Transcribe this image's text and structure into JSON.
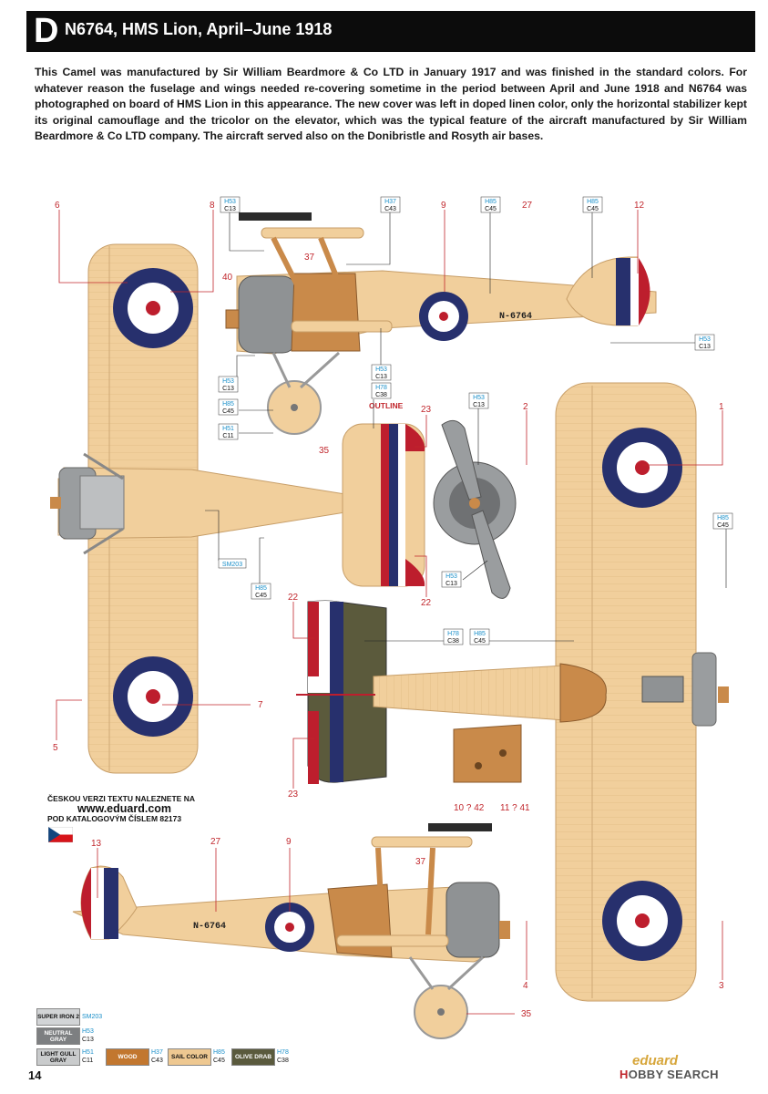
{
  "header": {
    "letter": "D",
    "title": "N6764, HMS Lion, April–June 1918"
  },
  "description": "This Camel was manufactured by Sir William Beardmore & Co LTD in January 1917 and was finished in the standard colors. For whatever reason the fuselage and wings needed re-covering sometime in the period between April and June 1918 and N6764 was photographed on board of HMS Lion in this appearance. The new cover was left in doped linen color, only the horizontal stabilizer kept its original camouflage and the tricolor on the elevator, which was the typical feature of the aircraft manufactured by Sir William Beardmore & Co LTD company. The aircraft served also on the Donibristle and Rosyth air bases.",
  "registration": "N-6764",
  "outline_label": "OUTLINE",
  "part_numbers": {
    "n6": "6",
    "n8": "8",
    "n9a": "9",
    "n27a": "27",
    "n12": "12",
    "n37a": "37",
    "n40": "40",
    "n35a": "35",
    "n23a": "23",
    "n2": "2",
    "n1": "1",
    "n7": "7",
    "n5": "5",
    "n22a": "22",
    "n22b": "22",
    "n23b": "23",
    "n10": "10 ? 42",
    "n11": "11 ? 41",
    "n13": "13",
    "n27b": "27",
    "n9b": "9",
    "n37b": "37",
    "n35b": "35",
    "n4": "4",
    "n3": "3"
  },
  "color_callouts": {
    "c1": [
      "H53",
      "C13"
    ],
    "c2": [
      "H37",
      "C43"
    ],
    "c3": [
      "H85",
      "C45"
    ],
    "c4": [
      "H85",
      "C45"
    ],
    "c5": [
      "H53",
      "C13"
    ],
    "c6": [
      "H53",
      "C13"
    ],
    "c7": [
      "H85",
      "C45"
    ],
    "c8": [
      "H51",
      "C11"
    ],
    "c9": [
      "H53",
      "C13"
    ],
    "c10": [
      "H78",
      "C38"
    ],
    "c11": [
      "H53",
      "C13"
    ],
    "c12": [
      "H85",
      "C45"
    ],
    "c13": [
      "H85",
      "C45"
    ],
    "c14": [
      "H53",
      "C13"
    ],
    "c15": [
      "H78",
      "C38"
    ],
    "c16": [
      "H85",
      "C45"
    ],
    "c17": [
      "SM203"
    ]
  },
  "czech_note": {
    "line1": "ČESKOU VERZI TEXTU NALEZNETE NA",
    "url": "www.eduard.com",
    "line2": "POD KATALOGOVÝM ČÍSLEM 82173"
  },
  "legend": [
    {
      "name": "SUPER IRON 2",
      "codes": [
        "SM203"
      ],
      "color": "#d2d4d6",
      "text_color": "#111111"
    },
    {
      "name": "NEUTRAL GRAY",
      "codes": [
        "H53",
        "C13"
      ],
      "color": "#7d7f81",
      "text_color": "#ffffff"
    },
    {
      "name": "LIGHT GULL GRAY",
      "codes": [
        "H51",
        "C11"
      ],
      "color": "#c9cbcc",
      "text_color": "#111111"
    },
    {
      "name": "WOOD",
      "codes": [
        "H37",
        "C43"
      ],
      "color": "#c2772f",
      "text_color": "#ffffff"
    },
    {
      "name": "SAIL COLOR",
      "codes": [
        "H85",
        "C45"
      ],
      "color": "#eec891",
      "text_color": "#111111"
    },
    {
      "name": "OLIVE DRAB",
      "codes": [
        "H78",
        "C38"
      ],
      "color": "#5a5a3d",
      "text_color": "#ffffff"
    }
  ],
  "page_number": "14",
  "brand": {
    "logo": "eduard",
    "watermark_a": "H",
    "watermark_b": "OBBY SEARCH"
  },
  "colors": {
    "linen": "#f1cf9c",
    "wood": "#c98a4a",
    "grey": "#8f9294",
    "olive": "#5b5a3c",
    "blue": "#27306d",
    "red": "#bd1e2d",
    "callout": "#1a8fc9"
  }
}
